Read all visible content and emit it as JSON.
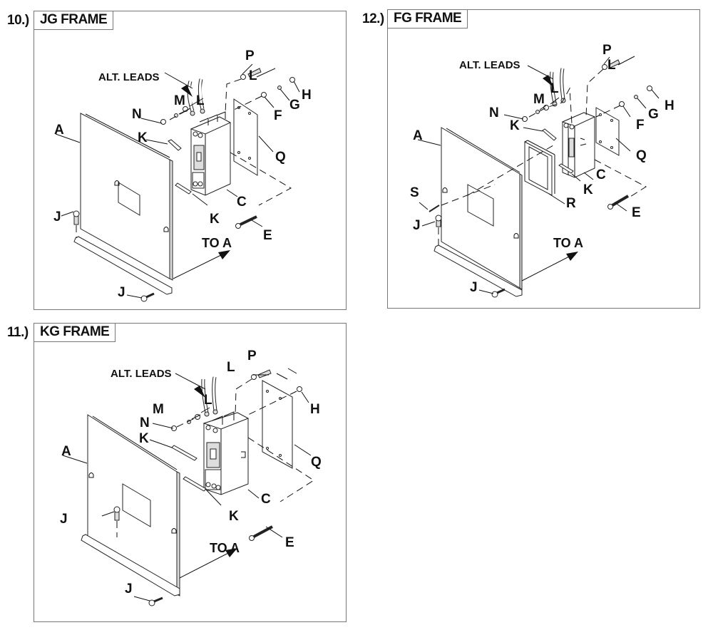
{
  "panels": [
    {
      "id": "jg",
      "number": "10.)",
      "title": "JG FRAME",
      "labels": {
        "alt_leads": "ALT. LEADS",
        "P": "P",
        "L1": "L",
        "L2": "L",
        "M": "M",
        "N": "N",
        "H": "H",
        "G": "G",
        "F": "F",
        "A": "A",
        "K1": "K",
        "K2": "K",
        "Q": "Q",
        "C": "C",
        "J1": "J",
        "J2": "J",
        "E": "E",
        "to_a": "TO A"
      }
    },
    {
      "id": "fg",
      "number": "12.)",
      "title": "FG FRAME",
      "labels": {
        "alt_leads": "ALT. LEADS",
        "P": "P",
        "L1": "L",
        "L2": "L",
        "M": "M",
        "N": "N",
        "H": "H",
        "G": "G",
        "F": "F",
        "A": "A",
        "K1": "K",
        "K2": "K",
        "Q": "Q",
        "C": "C",
        "S": "S",
        "R": "R",
        "J1": "J",
        "J2": "J",
        "E": "E",
        "to_a": "TO A"
      }
    },
    {
      "id": "kg",
      "number": "11.)",
      "title": "KG FRAME",
      "labels": {
        "alt_leads": "ALT. LEADS",
        "P": "P",
        "L1": "L",
        "L2": "L",
        "M": "M",
        "N": "N",
        "H": "H",
        "A": "A",
        "K1": "K",
        "K2": "K",
        "Q": "Q",
        "C": "C",
        "J1": "J",
        "J2": "J",
        "E": "E",
        "to_a": "TO A"
      }
    }
  ]
}
